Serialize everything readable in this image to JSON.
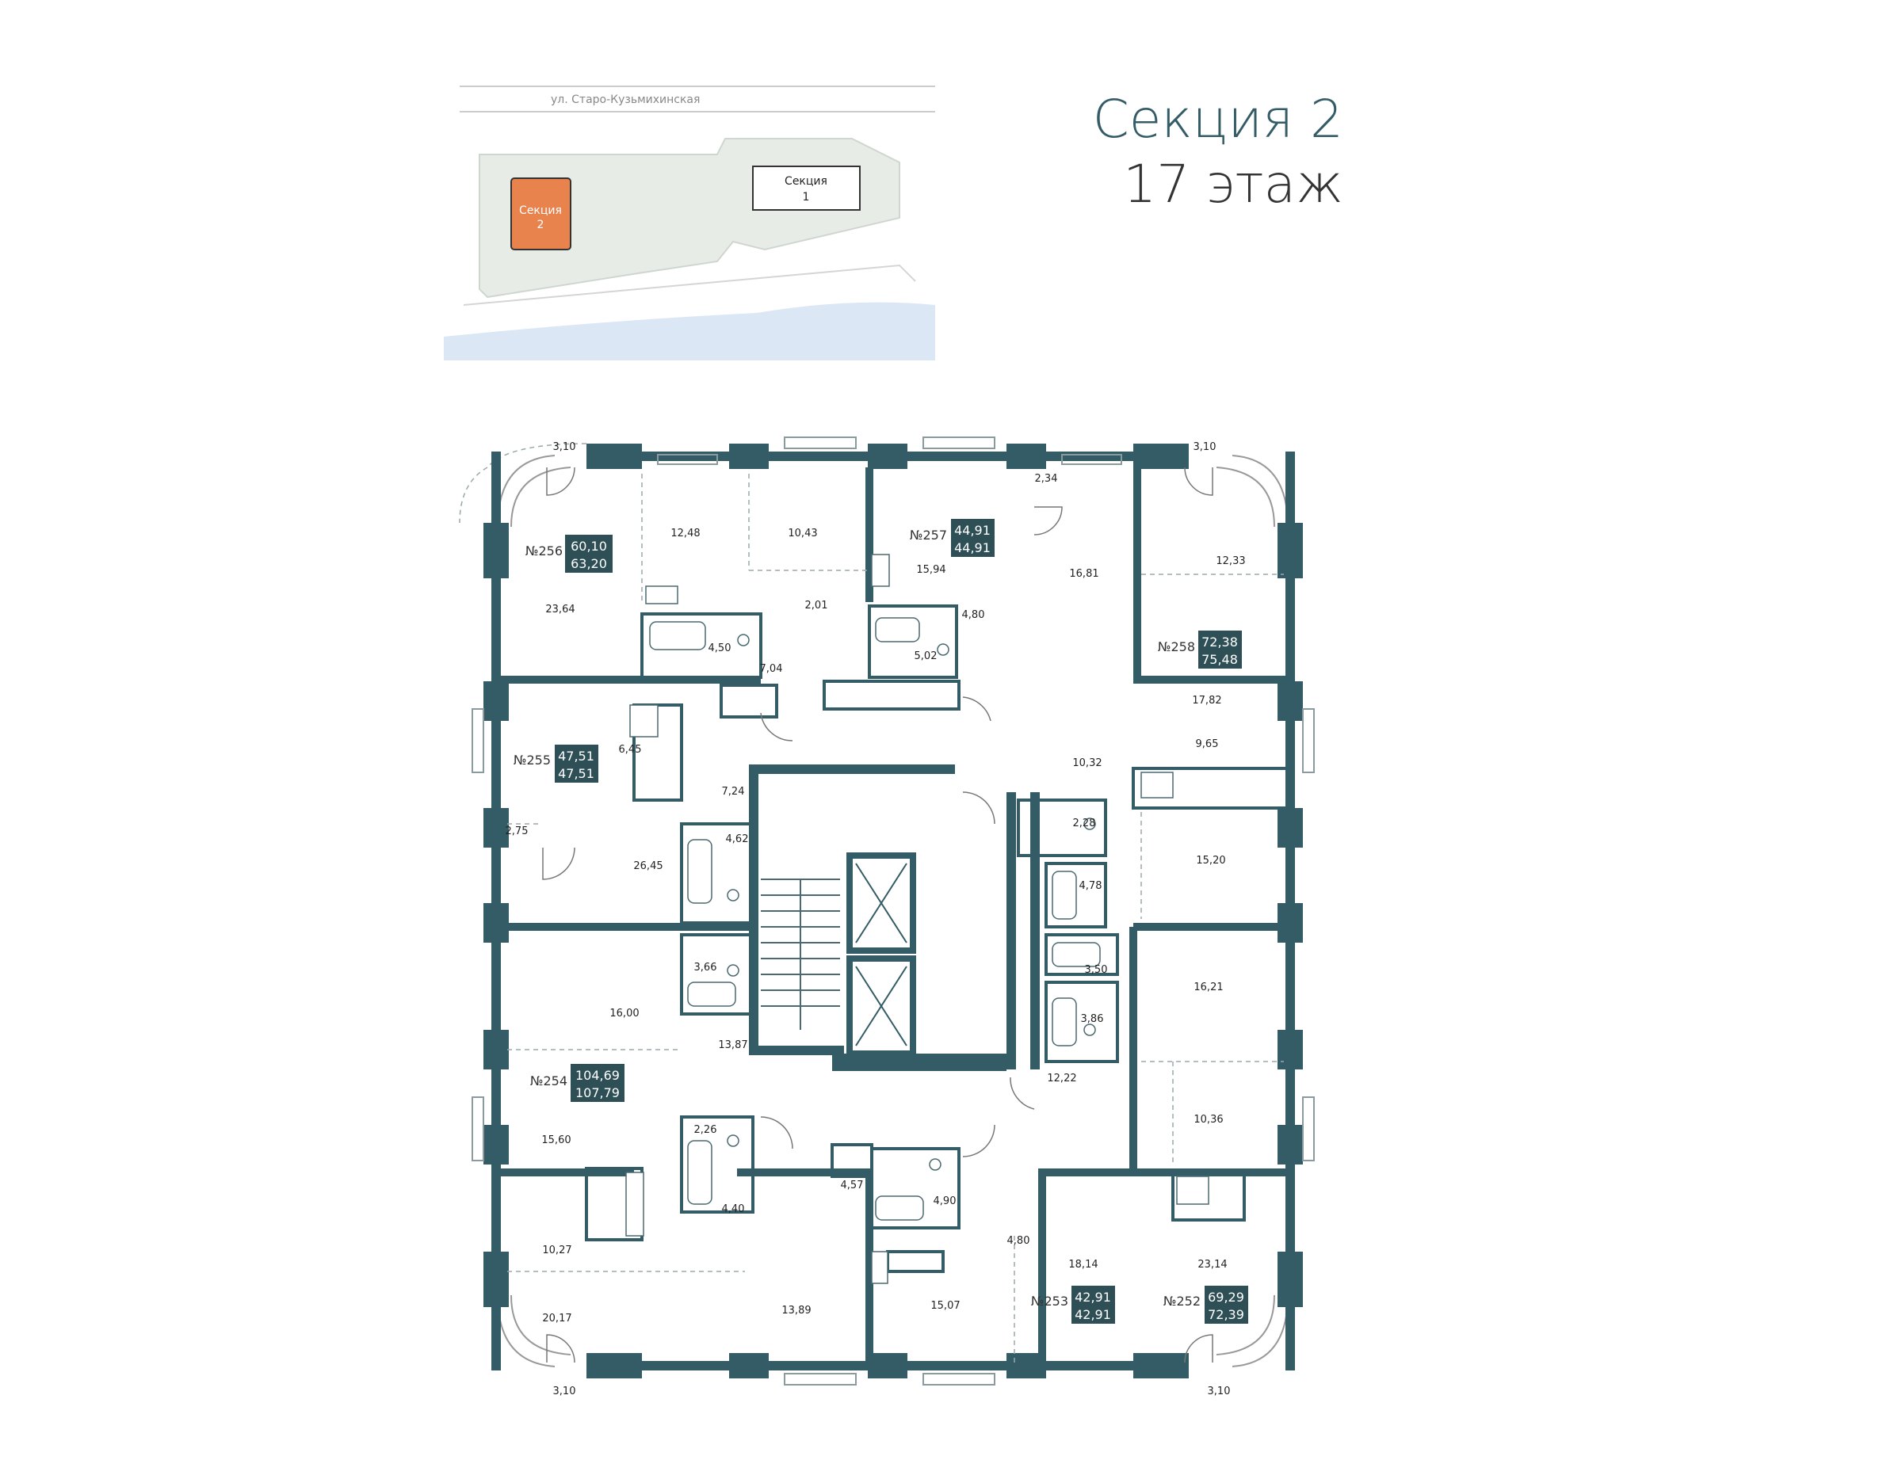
{
  "header": {
    "section_title": "Секция 2",
    "floor_title": "17 этаж"
  },
  "site_plan": {
    "street": "ул. Старо-Кузьмихинская",
    "section1_line1": "Секция",
    "section1_line2": "1",
    "section2_line1": "Секция",
    "section2_line2": "2",
    "colors": {
      "active": "#e8834e",
      "green": "#e7ece6",
      "water": "#dbe7f5"
    }
  },
  "apartments": [
    {
      "number": "№256",
      "area_living": "60,10",
      "area_total": "63,20"
    },
    {
      "number": "№257",
      "area_living": "44,91",
      "area_total": "44,91"
    },
    {
      "number": "№258",
      "area_living": "72,38",
      "area_total": "75,48"
    },
    {
      "number": "№255",
      "area_living": "47,51",
      "area_total": "47,51"
    },
    {
      "number": "№254",
      "area_living": "104,69",
      "area_total": "107,79"
    },
    {
      "number": "№253",
      "area_living": "42,91",
      "area_total": "42,91"
    },
    {
      "number": "№252",
      "area_living": "69,29",
      "area_total": "72,39"
    }
  ],
  "room_areas": {
    "r_310_tl": "3,10",
    "r_310_tr": "3,10",
    "r_310_bl": "3,10",
    "r_310_br": "3,10",
    "r_1248": "12,48",
    "r_1043": "10,43",
    "r_2364": "23,64",
    "r_450": "4,50",
    "r_704": "7,04",
    "r_201": "2,01",
    "r_1594": "15,94",
    "r_480a": "4,80",
    "r_502": "5,02",
    "r_234": "2,34",
    "r_1681": "16,81",
    "r_1233": "12,33",
    "r_1782": "17,82",
    "r_965": "9,65",
    "r_1032": "10,32",
    "r_645": "6,45",
    "r_724": "7,24",
    "r_462": "4,62",
    "r_275": "2,75",
    "r_2645": "26,45",
    "r_228": "2,28",
    "r_478": "4,78",
    "r_1520": "15,20",
    "r_366": "3,66",
    "r_1600": "16,00",
    "r_1387": "13,87",
    "r_350": "3,50",
    "r_386": "3,86",
    "r_1621": "16,21",
    "r_1222": "12,22",
    "r_1560": "15,60",
    "r_226": "2,26",
    "r_440": "4,40",
    "r_457": "4,57",
    "r_490": "4,90",
    "r_480b": "4,80",
    "r_1036": "10,36",
    "r_1027": "10,27",
    "r_2017": "20,17",
    "r_1389": "13,89",
    "r_1507": "15,07",
    "r_1814": "18,14",
    "r_2314": "23,14"
  },
  "colors": {
    "wall": "#335c66",
    "badge": "#2f4f57"
  }
}
